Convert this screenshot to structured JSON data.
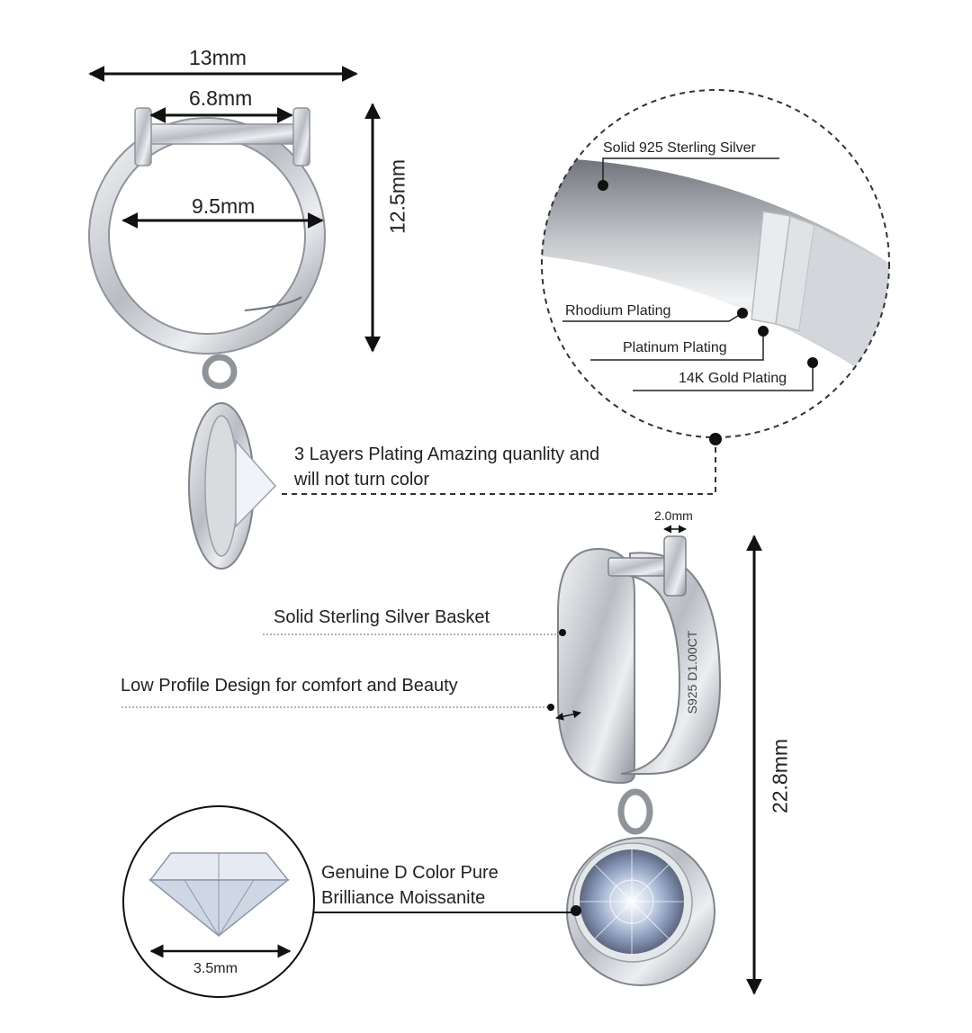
{
  "dimensions": {
    "outer_width": "13mm",
    "inner_top_width": "6.8mm",
    "inner_width": "9.5mm",
    "hoop_height": "12.5mm",
    "wire_thickness": "2.0mm",
    "total_length": "22.8mm",
    "stone_diameter": "3.5mm"
  },
  "layers": {
    "base": "Solid 925 Sterling Silver",
    "rhodium": "Rhodium Plating",
    "platinum": "Platinum Plating",
    "gold": "14K Gold Plating"
  },
  "callouts": {
    "plating_line1": "3 Layers Plating Amazing quanlity and",
    "plating_line2": "will not turn color",
    "basket": "Solid Sterling Silver Basket",
    "low_profile": "Low Profile Design for comfort and Beauty",
    "stone_line1": "Genuine D Color Pure",
    "stone_line2": "Brilliance Moissanite"
  },
  "engraving": "S925 D1.00CT",
  "colors": {
    "ink": "#1a1a1a",
    "silver": "#c9ccd1",
    "dash": "#333333"
  }
}
